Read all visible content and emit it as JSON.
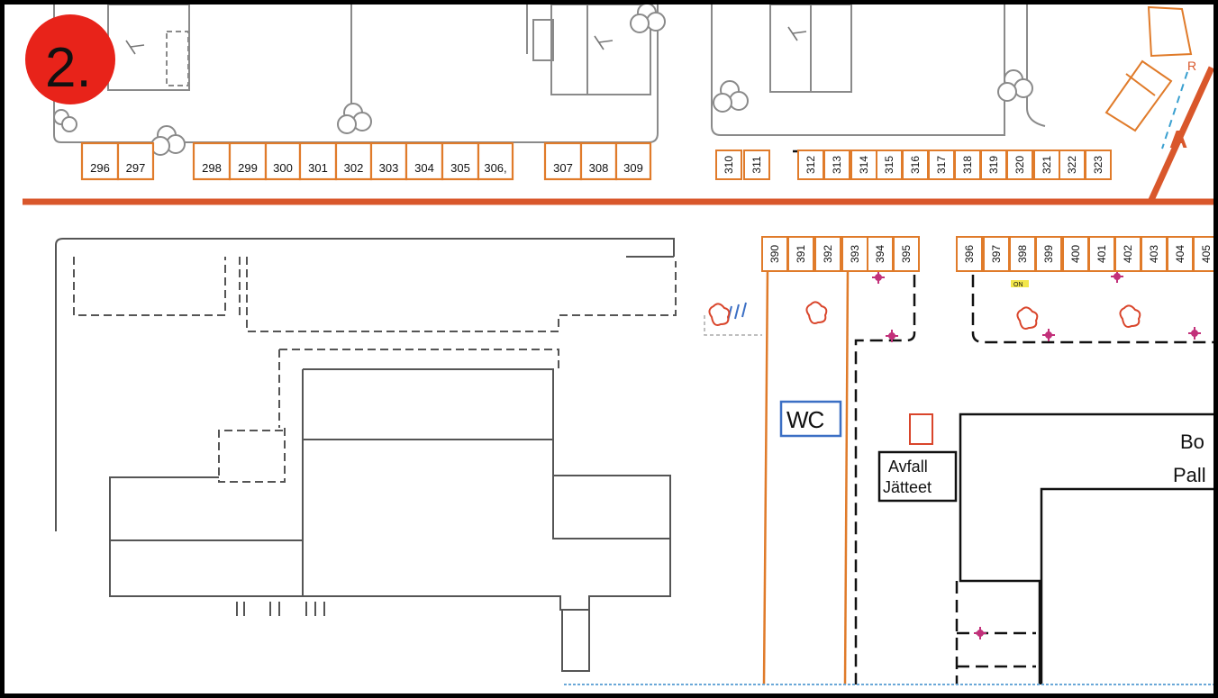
{
  "map": {
    "section_badge": "2.",
    "entrance_letter": "A",
    "road_marker": "R",
    "wc_label": "WC",
    "waste_label_line1": "Avfall",
    "waste_label_line2": "Jätteet",
    "building_label_line1": "Bo",
    "building_label_line2": "Pall",
    "small_tag": "ON",
    "colors": {
      "plot_border": "#e07b2a",
      "road": "#d9572b",
      "badge": "#e8231a",
      "wc_border": "#3b6fc4",
      "marker": "#c2307a",
      "tree_outline": "#d9452b"
    }
  },
  "plots_top": [
    "296",
    "297",
    "298",
    "299",
    "300",
    "301",
    "302",
    "303",
    "304",
    "305",
    "306,",
    "307",
    "308",
    "309"
  ],
  "plots_top_vertical": [
    "310",
    "311",
    "312",
    "313",
    "314",
    "315",
    "316",
    "317",
    "318",
    "319",
    "320",
    "321",
    "322",
    "323"
  ],
  "plots_lower": [
    "390",
    "391",
    "392",
    "393",
    "394",
    "395",
    "396",
    "397",
    "398",
    "399",
    "400",
    "401",
    "402",
    "403",
    "404",
    "405"
  ]
}
